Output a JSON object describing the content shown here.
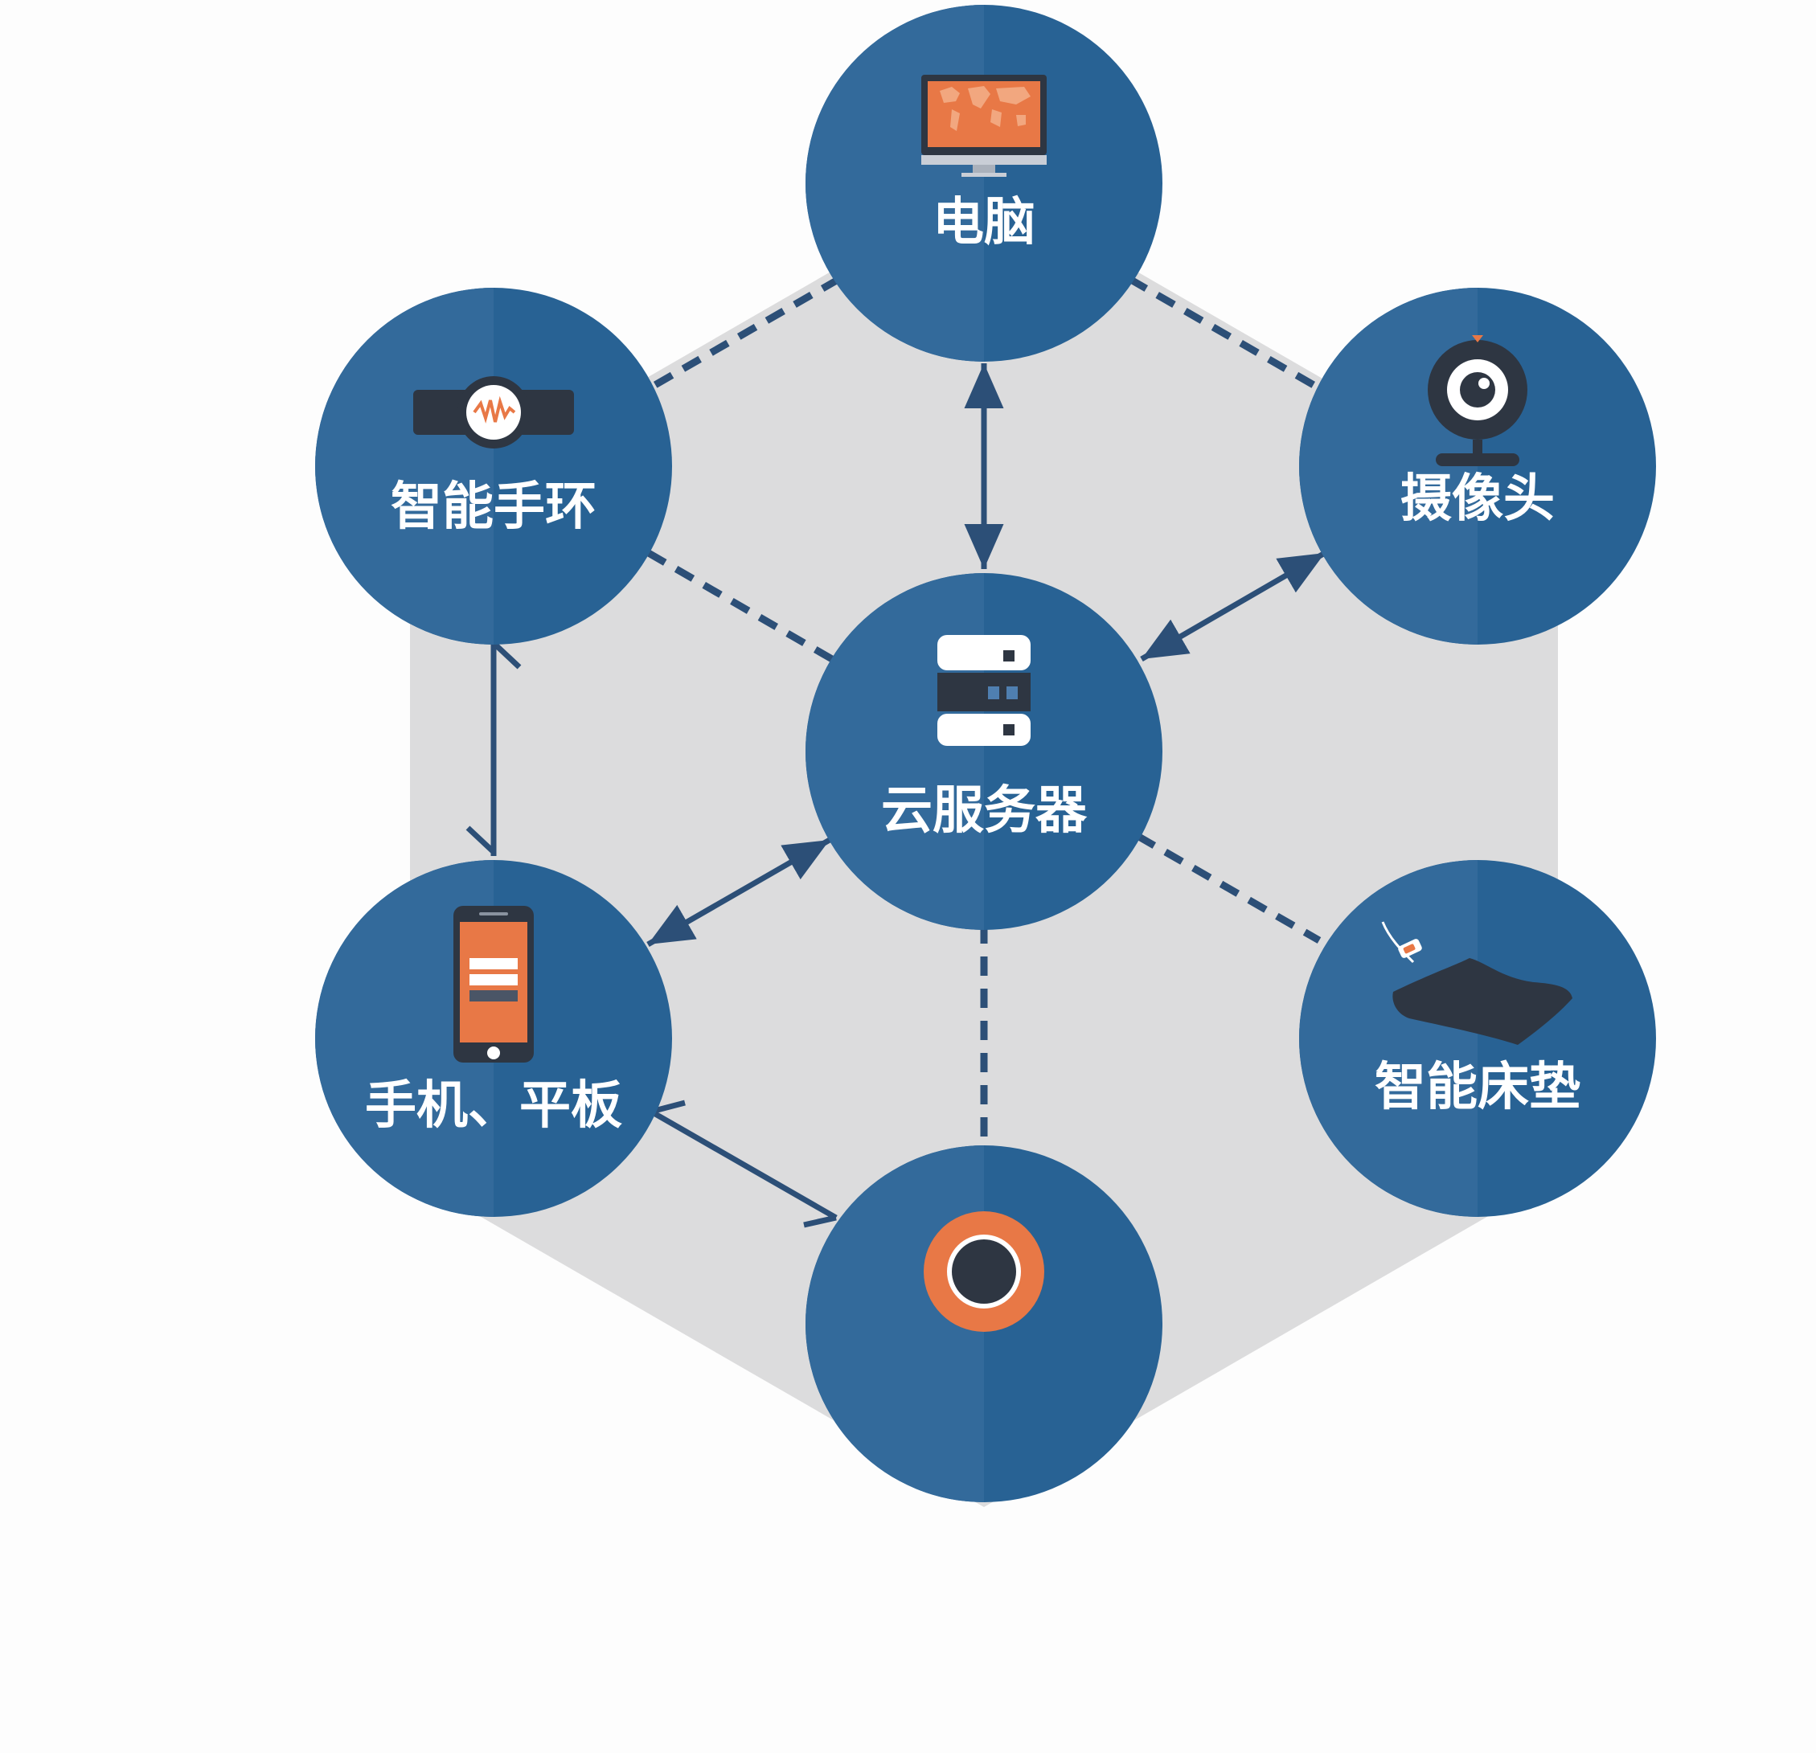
{
  "colors": {
    "background": "#fdfdfd",
    "hexagon": "#dcdcdd",
    "node_left": "#336a9b",
    "node_right": "#286294",
    "connector": "#2c4f77",
    "accent_orange": "#e87846",
    "dark_icon": "#2e3642",
    "white_icon": "#ffffff"
  },
  "nodes": {
    "computer": {
      "label": "电脑",
      "icon": "monitor-icon"
    },
    "camera": {
      "label": "摄像头",
      "icon": "webcam-icon"
    },
    "mattress": {
      "label": "智能床垫",
      "icon": "mattress-icon"
    },
    "hub": {
      "label": "",
      "icon": "button-sensor-icon"
    },
    "phone": {
      "label": "手机、平板",
      "icon": "smartphone-icon"
    },
    "band": {
      "label": "智能手环",
      "icon": "wristband-icon"
    },
    "server": {
      "label": "云服务器",
      "icon": "server-icon"
    }
  },
  "connections": [
    {
      "from": "server",
      "to": "computer",
      "style": "solid",
      "arrows": "both"
    },
    {
      "from": "server",
      "to": "camera",
      "style": "solid",
      "arrows": "both"
    },
    {
      "from": "server",
      "to": "phone",
      "style": "solid",
      "arrows": "both"
    },
    {
      "from": "server",
      "to": "band",
      "style": "dashed",
      "arrows": "none"
    },
    {
      "from": "server",
      "to": "mattress",
      "style": "dashed",
      "arrows": "none"
    },
    {
      "from": "server",
      "to": "hub",
      "style": "dashed",
      "arrows": "none"
    },
    {
      "from": "computer",
      "to": "band",
      "style": "dashed",
      "arrows": "none"
    },
    {
      "from": "computer",
      "to": "camera",
      "style": "dashed",
      "arrows": "none"
    },
    {
      "from": "band",
      "to": "phone",
      "style": "solid",
      "arrows": "half"
    },
    {
      "from": "phone",
      "to": "hub",
      "style": "solid",
      "arrows": "half"
    }
  ]
}
